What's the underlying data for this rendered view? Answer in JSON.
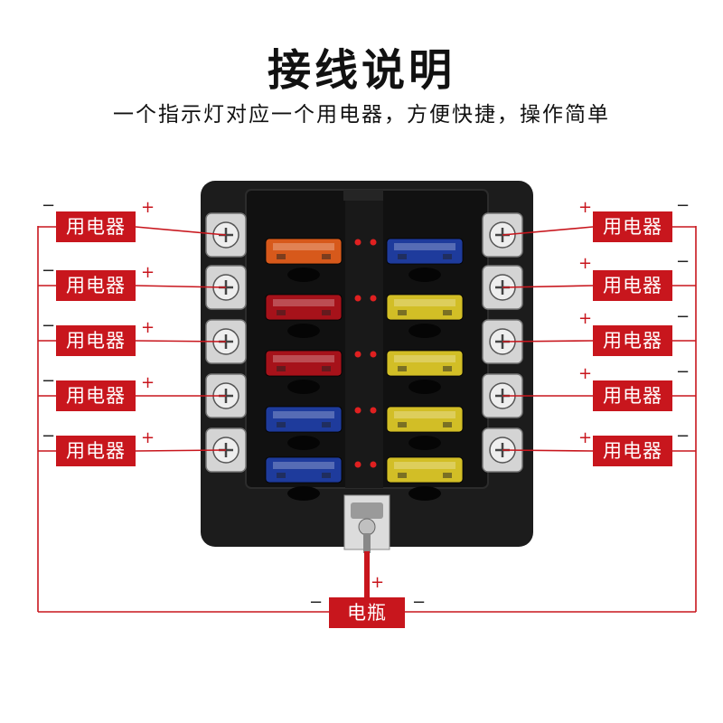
{
  "header": {
    "title": "接线说明",
    "subtitle": "一个指示灯对应一个用电器，方便快捷，操作简单"
  },
  "labels": {
    "appliance": "用电器",
    "battery": "电瓶",
    "plus": "+",
    "minus": "−"
  },
  "fuses": {
    "left": [
      "orange",
      "red",
      "red",
      "blue",
      "blue",
      "blue"
    ],
    "right": [
      "blue",
      "yellow",
      "yellow",
      "yellow",
      "yellow",
      "yellow"
    ]
  },
  "colors": {
    "wire_red": "#c8161d",
    "box": "#1c1c1c",
    "orange": "#e8601c",
    "red": "#b3121b",
    "blue": "#1f3fa8",
    "yellow": "#e3cd28"
  }
}
